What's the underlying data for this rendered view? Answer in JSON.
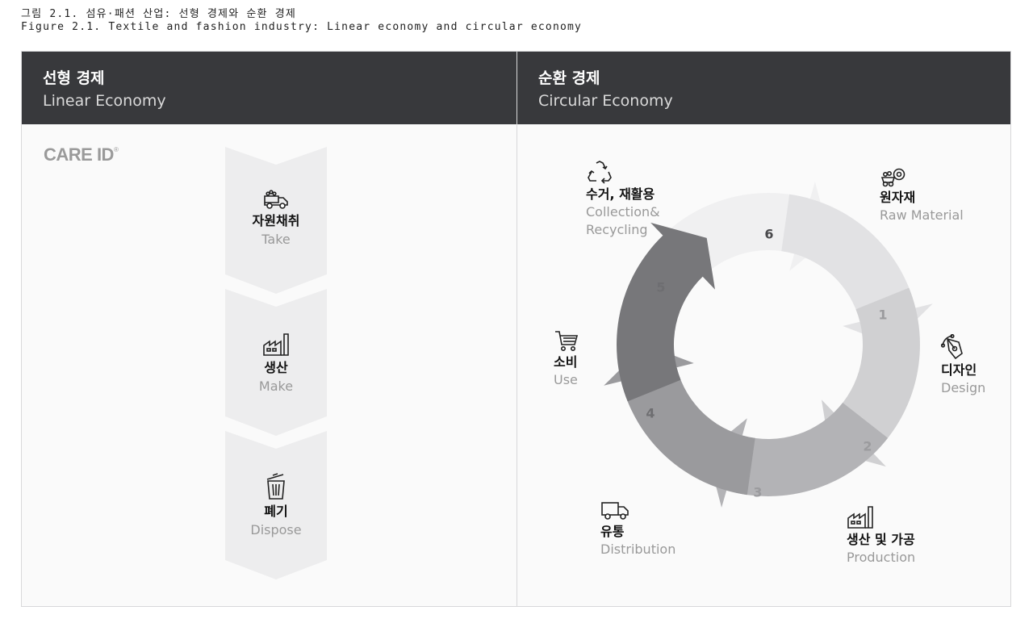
{
  "caption": {
    "korean": "그림 2.1. 섬유·패션 산업: 선형 경제와 순환 경제",
    "english": "Figure 2.1. Textile and fashion industry: Linear economy and circular economy"
  },
  "linear": {
    "title_ko": "선형 경제",
    "title_en": "Linear Economy",
    "logo": "CARE ID",
    "logo_mark": "®",
    "steps": [
      {
        "ko": "자원채취",
        "en": "Take",
        "icon": "dump-truck-icon"
      },
      {
        "ko": "생산",
        "en": "Make",
        "icon": "factory-icon"
      },
      {
        "ko": "폐기",
        "en": "Dispose",
        "icon": "trash-bin-icon"
      }
    ]
  },
  "circular": {
    "title_ko": "순환 경제",
    "title_en": "Circular Economy",
    "stages": [
      {
        "num": "1",
        "ko": "원자재",
        "en": "Raw Material",
        "icon": "raw-material-icon"
      },
      {
        "num": "2",
        "ko": "디자인",
        "en": "Design",
        "icon": "pen-tool-icon"
      },
      {
        "num": "3",
        "ko": "생산 및 가공",
        "en": "Production",
        "icon": "factory-icon"
      },
      {
        "num": "4",
        "ko": "유통",
        "en": "Distribution",
        "icon": "delivery-truck-icon"
      },
      {
        "num": "5",
        "ko": "소비",
        "en": "Use",
        "icon": "shopping-cart-icon"
      },
      {
        "num": "6",
        "ko": "수거, 재활용",
        "en_line1": "Collection&",
        "en_line2": "Recycling",
        "icon": "recycle-icon"
      }
    ],
    "colors": {
      "arrow1": "#f0f0f1",
      "arrow2": "#e2e2e4",
      "arrow3": "#d0d0d2",
      "arrow4": "#b3b3b6",
      "arrow5": "#9a9a9d",
      "arrow6": "#77777a"
    }
  }
}
